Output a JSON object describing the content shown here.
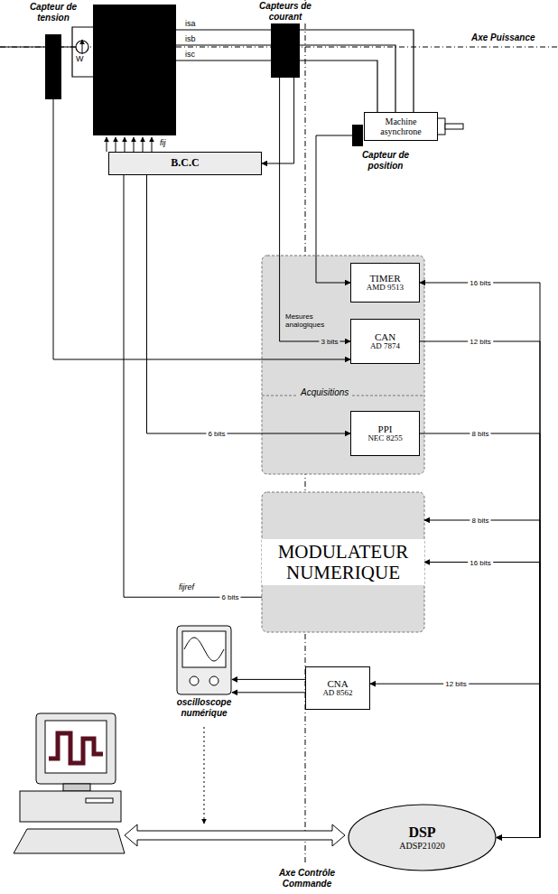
{
  "diagram": {
    "nodes": [
      {
        "text": [
          "Capteur de tension"
        ]
      },
      {
        "text": [
          "Capteurs de courant"
        ]
      },
      {
        "text": [
          "Machine asynchrone"
        ]
      },
      {
        "text": [
          "Capteur de position"
        ]
      },
      {
        "text": [
          "B.C.C"
        ]
      },
      {
        "text": [
          "Acquisitions"
        ]
      },
      {
        "text": [
          "TIMER",
          "AMD 9513"
        ],
        "in": 5
      },
      {
        "text": [
          "CAN",
          "AD 7874"
        ],
        "in": 5
      },
      {
        "text": [
          "PPI",
          "NEC 8255"
        ],
        "in": 5
      },
      {
        "text": [
          "MODULATEUR NUMERIQUE"
        ]
      },
      {
        "text": [
          "CNA",
          "AD 8562"
        ]
      },
      {
        "text": [
          "oscilloscope numérique"
        ]
      },
      {
        "text": [
          "DSP",
          "ADSP21020"
        ]
      }
    ],
    "edges": [
      {
        "from": 3,
        "to": 6,
        "arrow": "to"
      },
      {
        "from": 1,
        "to": 7,
        "arrow": "to",
        "label": "3 bits"
      },
      {
        "from": 0,
        "to": 7,
        "arrow": "to"
      },
      {
        "from": 1,
        "to": 4,
        "arrow": "to"
      },
      {
        "from": 4,
        "to": 8,
        "arrow": "to",
        "label": "6 bits"
      },
      {
        "from": 9,
        "to": 4,
        "arrow": "none",
        "label": "6 bits"
      },
      {
        "from": 6,
        "to": 12,
        "arrow": "both",
        "label": "16 bits"
      },
      {
        "from": 7,
        "to": 12,
        "arrow": "to",
        "label": "12 bits"
      },
      {
        "from": 8,
        "to": 12,
        "arrow": "to",
        "label": "8 bits"
      },
      {
        "from": 12,
        "to": 9,
        "arrow": "to",
        "label": "8 bits"
      },
      {
        "from": 9,
        "to": 12,
        "arrow": "both",
        "label": "16 bits"
      },
      {
        "from": 12,
        "to": 10,
        "arrow": "to",
        "label": "12 bits"
      },
      {
        "from": 10,
        "to": 11,
        "arrow": "to"
      },
      {
        "from": 10,
        "to": 11,
        "arrow": "to"
      }
    ],
    "labels": [
      "Axe Puissance",
      "isa",
      "isb",
      "isc",
      "W",
      "fij",
      "Mesures analogiques",
      "fijref",
      "Axe Contrôle Commande"
    ]
  }
}
